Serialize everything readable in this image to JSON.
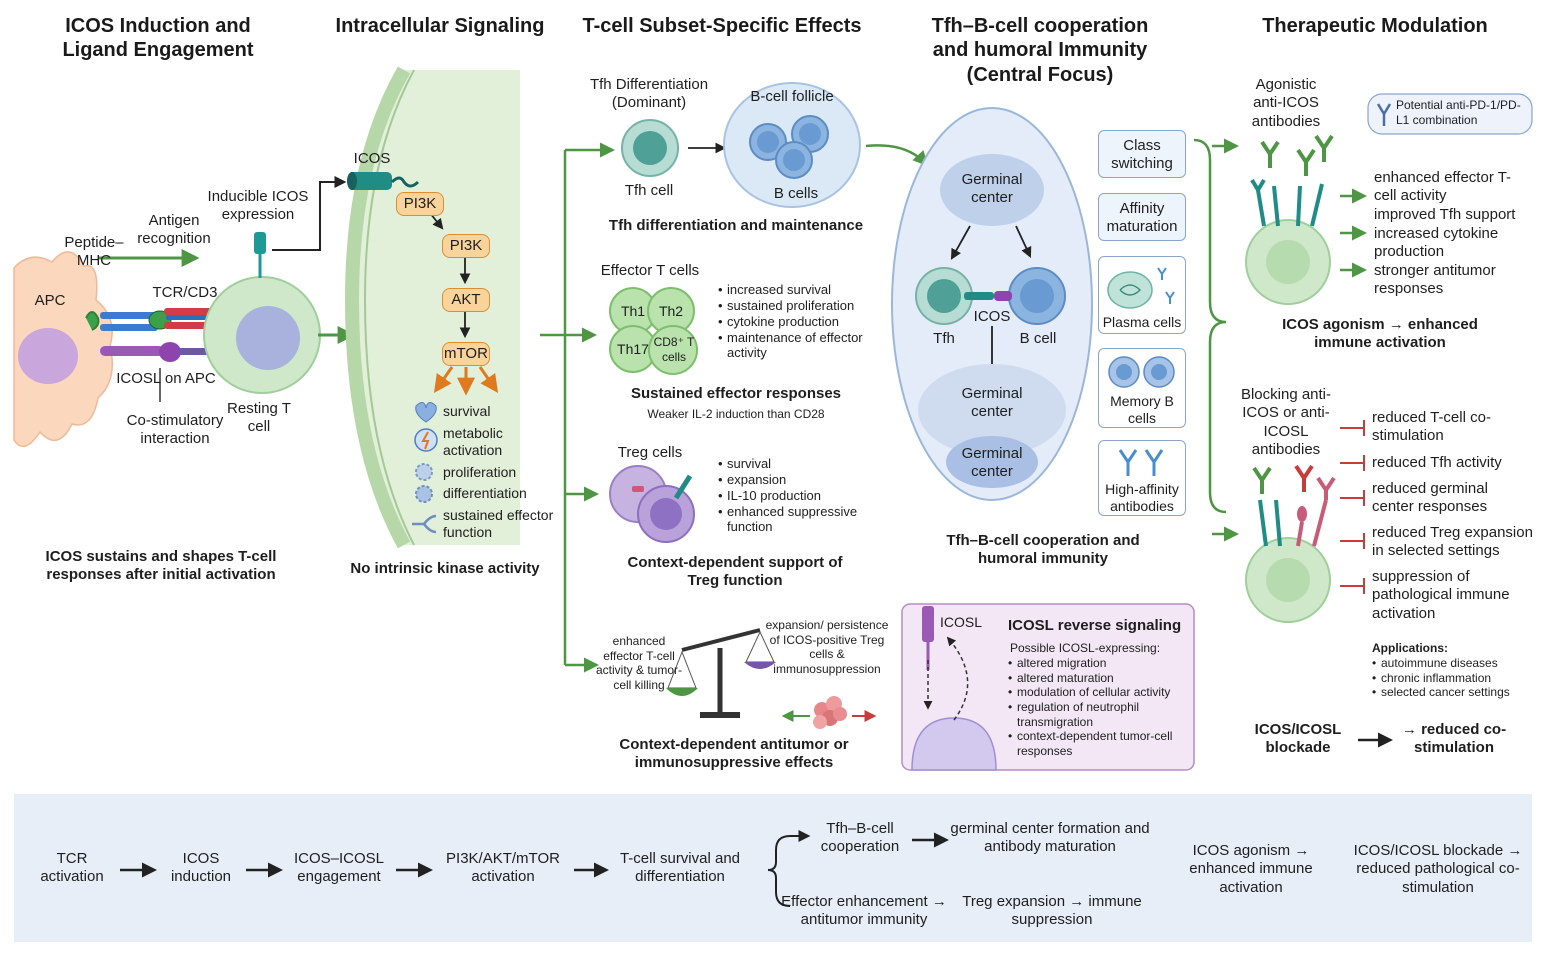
{
  "palette": {
    "t_cell": "#cfe8c9",
    "t_nucleus": "#a9b2dc",
    "apc": "#fbd8bd",
    "activation_arrow": "#4e9643",
    "inhibit": "#c83c3c",
    "kinase": "#f8d49a",
    "b_cell": "#8cb4e0",
    "panel_bg": "#e7eef8"
  },
  "sec1": {
    "title": "ICOS Induction and Ligand Engagement",
    "apc": "APC",
    "peptide_mhc": "Peptide–MHC",
    "antigen": "Antigen recognition",
    "inducible": "Inducible ICOS expression",
    "tcr": "TCR/CD3",
    "icosl_apc": "ICOSL on APC",
    "costim": "Co-stimulatory interaction",
    "resting": "Resting T cell",
    "summary": "ICOS sustains and shapes T-cell responses after initial activation"
  },
  "sec2": {
    "title": "Intracellular Signaling",
    "icos": "ICOS",
    "nodes": [
      "PI3K",
      "PI3K",
      "AKT",
      "mTOR"
    ],
    "outcomes": [
      "survival",
      "metabolic activation",
      "proliferation",
      "differentiation",
      "sustained effector function"
    ],
    "outcome_icons": [
      "heart-icon",
      "metabolism-icon",
      "proliferation-icon",
      "differentiation-icon",
      "branch-icon"
    ],
    "summary": "No intrinsic kinase activity"
  },
  "sec3": {
    "title": "T-cell Subset-Specific Effects",
    "tfh_diff": "Tfh Differentiation (Dominant)",
    "tfh_cell": "Tfh cell",
    "follicle": "B-cell follicle",
    "b_cells": "B cells",
    "tfh_caption": "Tfh differentiation and maintenance",
    "effector_title": "Effector T cells",
    "subsets": [
      "Th1",
      "Th2",
      "Th17",
      "CD8⁺ T cells"
    ],
    "effector_bullets": [
      "increased survival",
      "sustained proliferation",
      "cytokine production",
      "maintenance of effector activity"
    ],
    "effector_caption": "Sustained effector responses",
    "effector_sub": "Weaker IL-2 induction than CD28",
    "treg_title": "Treg cells",
    "treg_bullets": [
      "survival",
      "expansion",
      "IL-10 production",
      "enhanced suppressive function"
    ],
    "treg_caption": "Context-dependent support of Treg function",
    "scale_left": "enhanced effector T-cell activity & tumor-cell killing",
    "scale_right": "expansion/ persistence of ICOS-positive Treg cells & immunosuppression",
    "scale_caption": "Context-dependent antitumor or immunosuppressive effects"
  },
  "sec4": {
    "title": "Tfh–B-cell cooperation and humoral Immunity (Central Focus)",
    "gc": "Germinal center",
    "tfh": "Tfh",
    "icos": "ICOS",
    "bcell": "B cell",
    "gc2": "Germinal center",
    "gc3": "Germinal center",
    "outputs": [
      "Class switching",
      "Affinity maturation",
      "Plasma cells",
      "Memory B cells",
      "High-affinity antibodies"
    ],
    "caption": "Tfh–B-cell cooperation and humoral immunity"
  },
  "reverse": {
    "icosl": "ICOSL",
    "title": "ICOSL reverse signaling",
    "intro": "Possible ICOSL-expressing:",
    "bullets": [
      "altered migration",
      "altered maturation",
      "modulation of cellular activity",
      "regulation of neutrophil transmigration",
      "context-dependent tumor-cell responses"
    ]
  },
  "sec5": {
    "title": "Therapeutic Modulation",
    "agonist": "Agonistic anti-ICOS antibodies",
    "combo": "Potential anti-PD-1/PD-L1 combination",
    "agonist_effects": [
      "enhanced effector T-cell activity",
      "improved Tfh support",
      "increased cytokine production",
      "stronger antitumor responses"
    ],
    "agonist_caption": "ICOS agonism → enhanced immune activation",
    "blocking": "Blocking anti-ICOS or anti-ICOSL antibodies",
    "block_effects": [
      "reduced T-cell co-stimulation",
      "reduced Tfh activity",
      "reduced germinal center responses",
      "reduced Treg expansion in selected settings",
      "suppression of pathological immune activation"
    ],
    "apps_title": "Applications:",
    "apps": [
      "autoimmune diseases",
      "chronic inflammation",
      "selected cancer settings"
    ],
    "blockade_left": "ICOS/ICOSL blockade",
    "blockade_right": "→ reduced co-stimulation"
  },
  "flow": {
    "steps": [
      "TCR activation",
      "ICOS induction",
      "ICOS–ICOSL engagement",
      "PI3K/AKT/mTOR activation",
      "T-cell survival and differentiation"
    ],
    "upper_a": "Tfh–B-cell cooperation",
    "upper_b": "germinal center formation and antibody maturation",
    "lower_a": "Effector enhancement → antitumor immunity",
    "lower_b": "Treg expansion → immune suppression",
    "right_a": "ICOS agonism → enhanced immune activation",
    "right_b": "ICOS/ICOSL blockade → reduced pathological co-stimulation"
  }
}
